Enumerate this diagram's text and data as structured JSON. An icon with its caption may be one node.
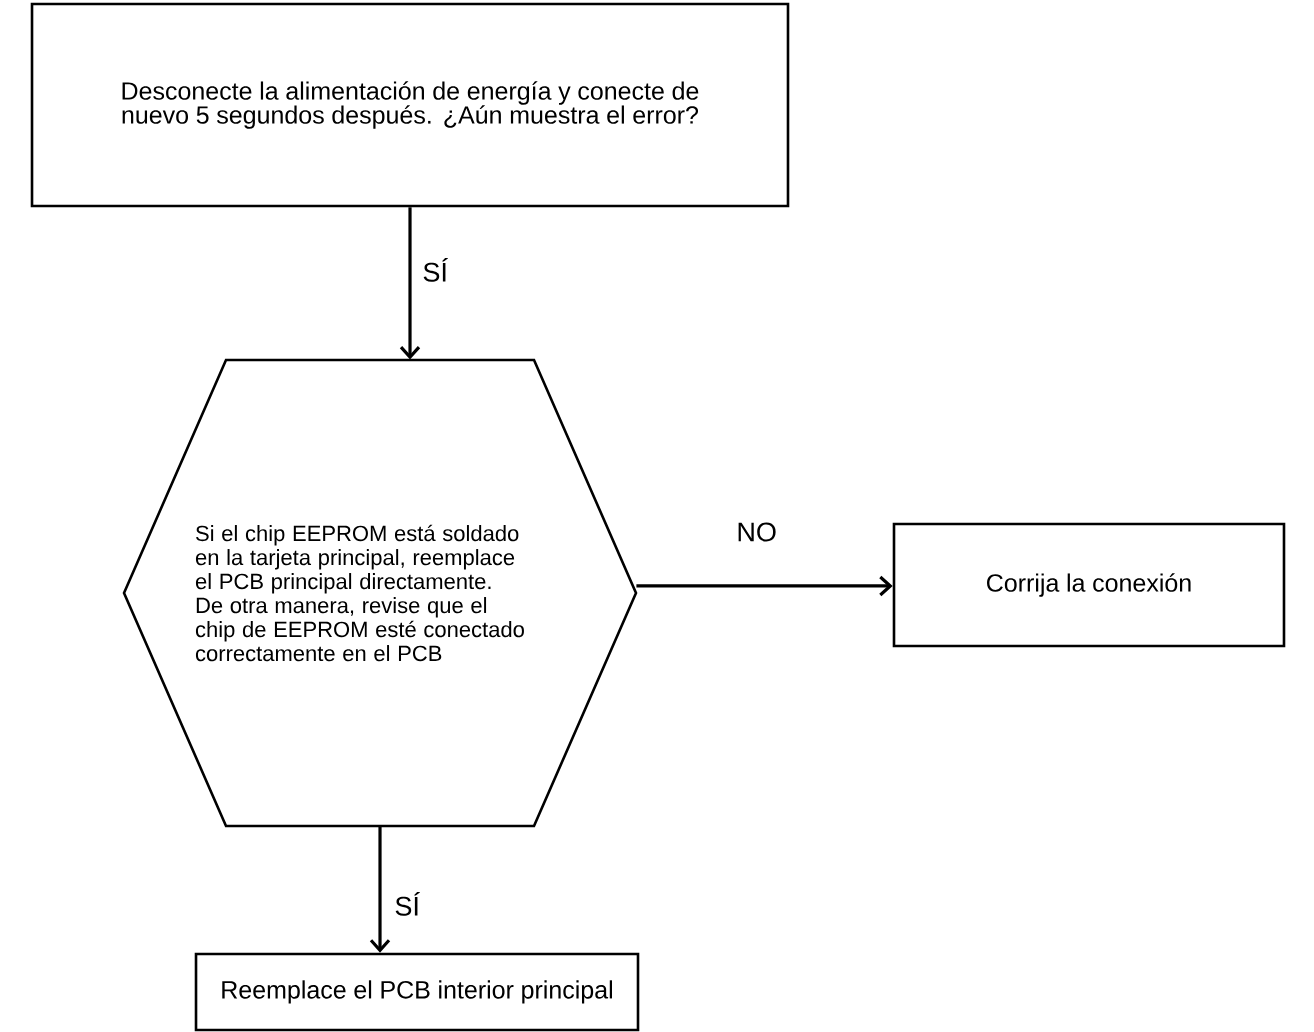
{
  "diagram": {
    "nodes": [
      {
        "text": [
          "Desconecte la alimentación de energía y conecte de nuevo 5 segundos después. ¿Aún muestra el error?"
        ]
      },
      {
        "text": [
          "Si el chip EEPROM está soldado en la tarjeta principal,  reemplace el PCB principal directamente. De otra manera, revise que el chip de EEPROM esté conectado correctamente en el PCB"
        ]
      },
      {
        "text": [
          "Corrija la conexión"
        ]
      },
      {
        "text": [
          "Reemplace el PCB interior principal"
        ]
      }
    ],
    "edges": [
      {
        "from": 0,
        "to": 1,
        "arrow": "to",
        "label": "SÍ"
      },
      {
        "from": 1,
        "to": 2,
        "arrow": "to",
        "label": "NO"
      },
      {
        "from": 1,
        "to": 3,
        "arrow": "to",
        "label": "SÍ"
      }
    ]
  }
}
